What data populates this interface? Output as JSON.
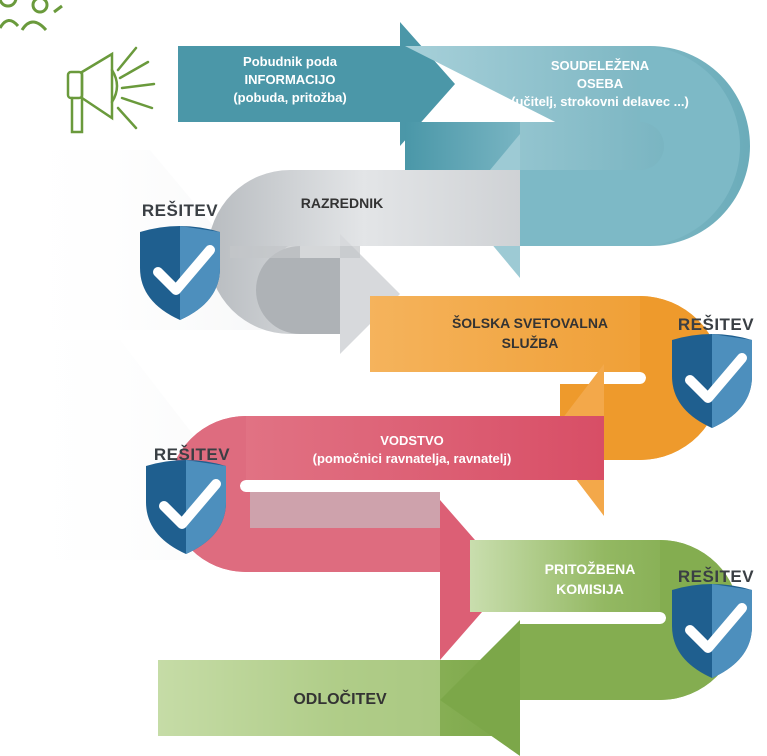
{
  "colors": {
    "teal": "#5aa4b3",
    "teal_light": "#a3cdd6",
    "grey": "#c9cccf",
    "orange": "#f0a239",
    "red": "#dd5b70",
    "green": "#8db35a",
    "green_light": "#c8deaa",
    "shield_dark": "#1f5f8f",
    "shield_light": "#4d8fbd",
    "icon_green": "#6a9a3c"
  },
  "icons": {
    "megaphone": "megaphone-icon",
    "shield": "shield-check-icon",
    "people": "people-icon"
  },
  "stages": {
    "initiator": {
      "line1": "Pobudnik poda",
      "line2": "INFORMACIJO",
      "line3": "(pobuda, pritožba)"
    },
    "participant": {
      "line1": "SOUDELEŽENA",
      "line2": "OSEBA",
      "line3": "(učitelj, strokovni delavec ...)"
    },
    "class_teacher": {
      "line1": "RAZREDNIK"
    },
    "counseling": {
      "line1": "ŠOLSKA SVETOVALNA",
      "line2": "SLUŽBA"
    },
    "management": {
      "line1": "VODSTVO",
      "line2": "(pomočnici ravnatelja, ravnatelj)"
    },
    "complaints": {
      "line1": "PRITOŽBENA",
      "line2": "KOMISIJA"
    },
    "decision": {
      "line1": "ODLOČITEV"
    }
  },
  "resolution_label": "REŠITEV"
}
